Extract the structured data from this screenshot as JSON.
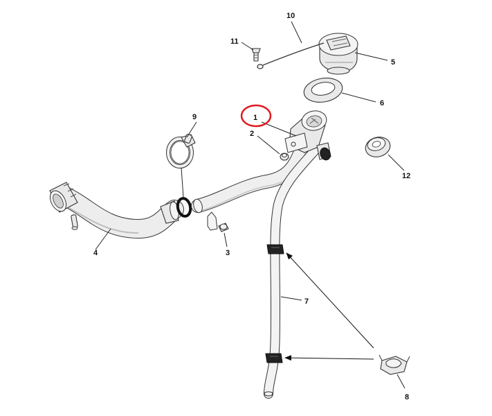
{
  "diagram": {
    "highlight_color": "#e0191e",
    "callouts": [
      {
        "id": "c1",
        "label": "1",
        "part": "filler-neck-assembly"
      },
      {
        "id": "c2",
        "label": "2",
        "part": "mounting-bolt"
      },
      {
        "id": "c3",
        "label": "3",
        "part": "bracket-bolt"
      },
      {
        "id": "c4",
        "label": "4",
        "part": "filler-hose"
      },
      {
        "id": "c5",
        "label": "5",
        "part": "fuel-cap"
      },
      {
        "id": "c6",
        "label": "6",
        "part": "cap-gasket"
      },
      {
        "id": "c7",
        "label": "7",
        "part": "vent-tube"
      },
      {
        "id": "c8",
        "label": "8",
        "part": "tube-clip"
      },
      {
        "id": "c9",
        "label": "9",
        "part": "hose-clamp"
      },
      {
        "id": "c10",
        "label": "10",
        "part": "cap-tether"
      },
      {
        "id": "c11",
        "label": "11",
        "part": "tether-screw"
      },
      {
        "id": "c12",
        "label": "12",
        "part": "grommet"
      }
    ]
  }
}
